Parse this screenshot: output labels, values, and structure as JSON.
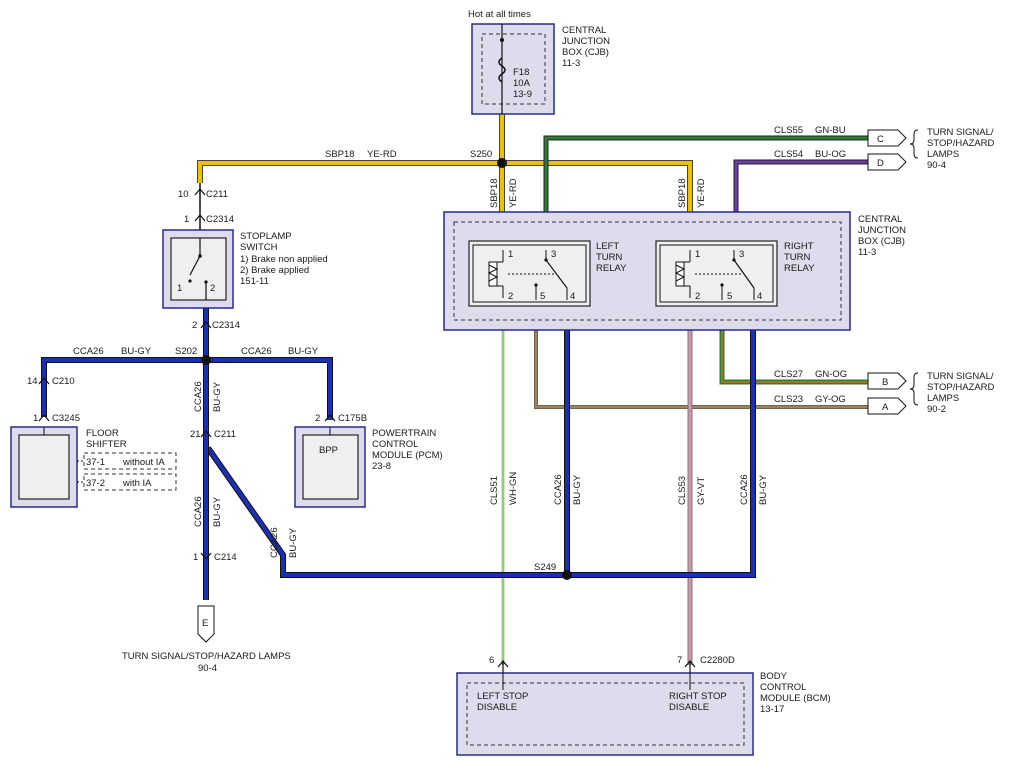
{
  "top_label": "Hot at all times",
  "cjb_top": {
    "line1": "CENTRAL",
    "line2": "JUNCTION",
    "line3": "BOX (CJB)",
    "ref": "11-3",
    "fuse": "F18",
    "fuse_amp": "10A",
    "fuse_ref": "13-9"
  },
  "cjb_main": {
    "line1": "CENTRAL",
    "line2": "JUNCTION",
    "line3": "BOX (CJB)",
    "ref": "11-3"
  },
  "left_relay": {
    "line1": "LEFT",
    "line2": "TURN",
    "line3": "RELAY",
    "p1": "1",
    "p2": "2",
    "p3": "3",
    "p4": "4",
    "p5": "5"
  },
  "right_relay": {
    "line1": "RIGHT",
    "line2": "TURN",
    "line3": "RELAY",
    "p1": "1",
    "p2": "2",
    "p3": "3",
    "p4": "4",
    "p5": "5"
  },
  "wires": {
    "sbp18_h": {
      "circuit": "SBP18",
      "color": "YE-RD"
    },
    "sbp18_v1": {
      "circuit": "SBP18",
      "color": "YE-RD"
    },
    "sbp18_v2": {
      "circuit": "SBP18",
      "color": "YE-RD"
    },
    "cls55": {
      "circuit": "CLS55",
      "color": "GN-BU"
    },
    "cls54": {
      "circuit": "CLS54",
      "color": "BU-OG"
    },
    "cls27": {
      "circuit": "CLS27",
      "color": "GN-OG"
    },
    "cls23": {
      "circuit": "CLS23",
      "color": "GY-OG"
    },
    "cca26_l": {
      "circuit": "CCA26",
      "color": "BU-GY"
    },
    "cca26_r": {
      "circuit": "CCA26",
      "color": "BU-GY"
    },
    "cca26_v": {
      "circuit": "CCA26",
      "color": "BU-GY"
    },
    "cca26_v2": {
      "circuit": "CCA26",
      "color": "BU-GY"
    },
    "cca26_diag": {
      "circuit": "CCA26",
      "color": "BU-GY"
    },
    "cls51": {
      "circuit": "CLS51",
      "color": "WH-GN"
    },
    "cca26_c": {
      "circuit": "CCA26",
      "color": "BU-GY"
    },
    "cls53": {
      "circuit": "CLS53",
      "color": "GY-VT"
    },
    "cca26_d": {
      "circuit": "CCA26",
      "color": "BU-GY"
    }
  },
  "splices": {
    "s250": "S250",
    "s202": "S202",
    "s249": "S249"
  },
  "connectors": {
    "c211a": {
      "pin": "10",
      "name": "C211"
    },
    "c2314a": {
      "pin": "1",
      "name": "C2314"
    },
    "c2314b": {
      "pin": "2",
      "name": "C2314"
    },
    "c210": {
      "pin": "14",
      "name": "C210"
    },
    "c3245": {
      "pin": "1",
      "name": "C3245"
    },
    "c211b": {
      "pin": "21",
      "name": "C211"
    },
    "c175b": {
      "pin": "2",
      "name": "C175B"
    },
    "c214": {
      "pin": "1",
      "name": "C214"
    },
    "c2280d_6": {
      "pin": "6"
    },
    "c2280d_7": {
      "pin": "7",
      "name": "C2280D"
    }
  },
  "stoplamp": {
    "line1": "STOPLAMP",
    "line2": "SWITCH",
    "line3": "1) Brake non applied",
    "line4": "2) Brake applied",
    "ref": "151-11",
    "p1": "1",
    "p2": "2"
  },
  "shifter": {
    "line1": "FLOOR",
    "line2": "SHIFTER",
    "r1a": "37-1",
    "r1b": "without IA",
    "r2a": "37-2",
    "r2b": "with IA"
  },
  "pcm": {
    "line1": "POWERTRAIN",
    "line2": "CONTROL",
    "line3": "MODULE (PCM)",
    "ref": "23-8",
    "inner": "BPP"
  },
  "bcm": {
    "line1": "BODY",
    "line2": "CONTROL",
    "line3": "MODULE (BCM)",
    "ref": "13-17",
    "left1": "LEFT STOP",
    "left2": "DISABLE",
    "right1": "RIGHT STOP",
    "right2": "DISABLE"
  },
  "dest_top": {
    "c": "C",
    "d": "D",
    "line1": "TURN SIGNAL/",
    "line2": "STOP/HAZARD",
    "line3": "LAMPS",
    "ref": "90-4"
  },
  "dest_mid": {
    "b": "B",
    "a": "A",
    "line1": "TURN SIGNAL/",
    "line2": "STOP/HAZARD",
    "line3": "LAMPS",
    "ref": "90-2"
  },
  "dest_bottom": {
    "e": "E",
    "line1": "TURN SIGNAL/STOP/HAZARD LAMPS",
    "ref": "90-4"
  },
  "colors": {
    "yellow": "#e8c400",
    "blue": "#1a2fb5",
    "green": "#2e7d32",
    "purple": "#6a3fa0",
    "brown": "#9b8461",
    "pink": "#c79aa4",
    "wire_green_thin": "#5aa02c"
  }
}
